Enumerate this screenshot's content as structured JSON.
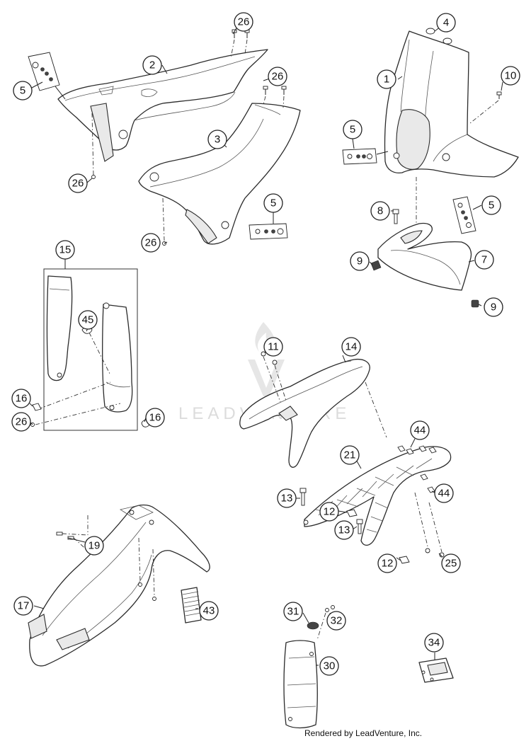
{
  "watermark": "LEADVENTURE",
  "footer": "Rendered by LeadVenture, Inc.",
  "callouts": [
    {
      "label": "26"
    },
    {
      "label": "4"
    },
    {
      "label": "2"
    },
    {
      "label": "5"
    },
    {
      "label": "26"
    },
    {
      "label": "1"
    },
    {
      "label": "10"
    },
    {
      "label": "3"
    },
    {
      "label": "5"
    },
    {
      "label": "26"
    },
    {
      "label": "5"
    },
    {
      "label": "8"
    },
    {
      "label": "5"
    },
    {
      "label": "26"
    },
    {
      "label": "15"
    },
    {
      "label": "9"
    },
    {
      "label": "7"
    },
    {
      "label": "9"
    },
    {
      "label": "45"
    },
    {
      "label": "11"
    },
    {
      "label": "14"
    },
    {
      "label": "16"
    },
    {
      "label": "16"
    },
    {
      "label": "26"
    },
    {
      "label": "44"
    },
    {
      "label": "21"
    },
    {
      "label": "13"
    },
    {
      "label": "44"
    },
    {
      "label": "19"
    },
    {
      "label": "12"
    },
    {
      "label": "13"
    },
    {
      "label": "12"
    },
    {
      "label": "25"
    },
    {
      "label": "17"
    },
    {
      "label": "43"
    },
    {
      "label": "31"
    },
    {
      "label": "32"
    },
    {
      "label": "34"
    },
    {
      "label": "30"
    }
  ]
}
